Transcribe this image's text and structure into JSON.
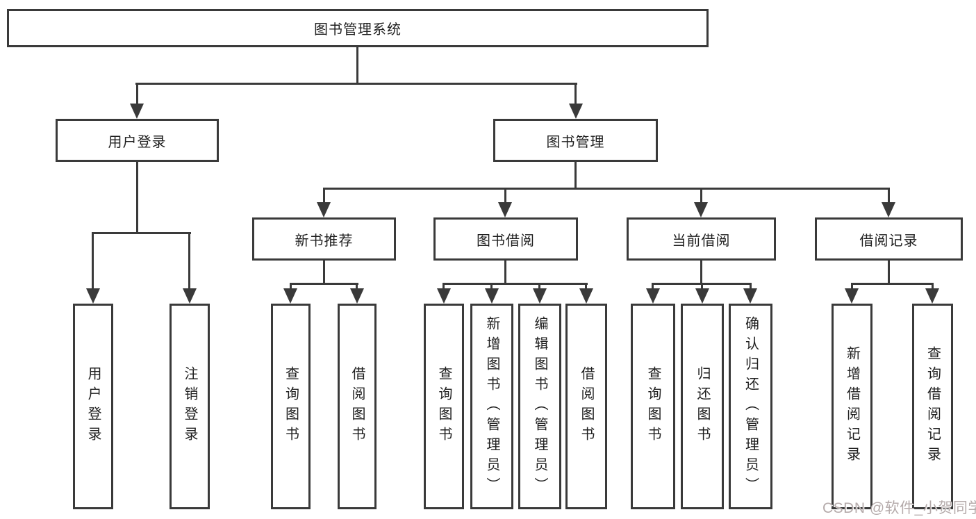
{
  "system": {
    "label": "图书管理系统"
  },
  "modules": [
    {
      "label": "用户登录",
      "functions": [
        {
          "label": "用户登录"
        },
        {
          "label": "注销登录"
        }
      ]
    },
    {
      "label": "图书管理",
      "submodules": [
        {
          "label": "新书推荐",
          "functions": [
            {
              "label": "查询图书"
            },
            {
              "label": "借阅图书"
            }
          ]
        },
        {
          "label": "图书借阅",
          "functions": [
            {
              "label": "查询图书"
            },
            {
              "label": "新增图书（管理员）"
            },
            {
              "label": "编辑图书（管理员）"
            },
            {
              "label": "借阅图书"
            }
          ]
        },
        {
          "label": "当前借阅",
          "functions": [
            {
              "label": "查询图书"
            },
            {
              "label": "归还图书"
            },
            {
              "label": "确认归还（管理员）"
            }
          ]
        },
        {
          "label": "借阅记录",
          "functions": [
            {
              "label": "新增借阅记录"
            },
            {
              "label": "查询借阅记录"
            }
          ]
        }
      ]
    }
  ],
  "watermark": {
    "text": "CSDN @软件_小贺同学"
  },
  "colors": {
    "line": "#3a3a3a",
    "box_border": "#3a3a3a",
    "box_fill": "#ffffff",
    "text": "#1f1f1f",
    "watermark": "#b5abab",
    "background": "#ffffff"
  }
}
